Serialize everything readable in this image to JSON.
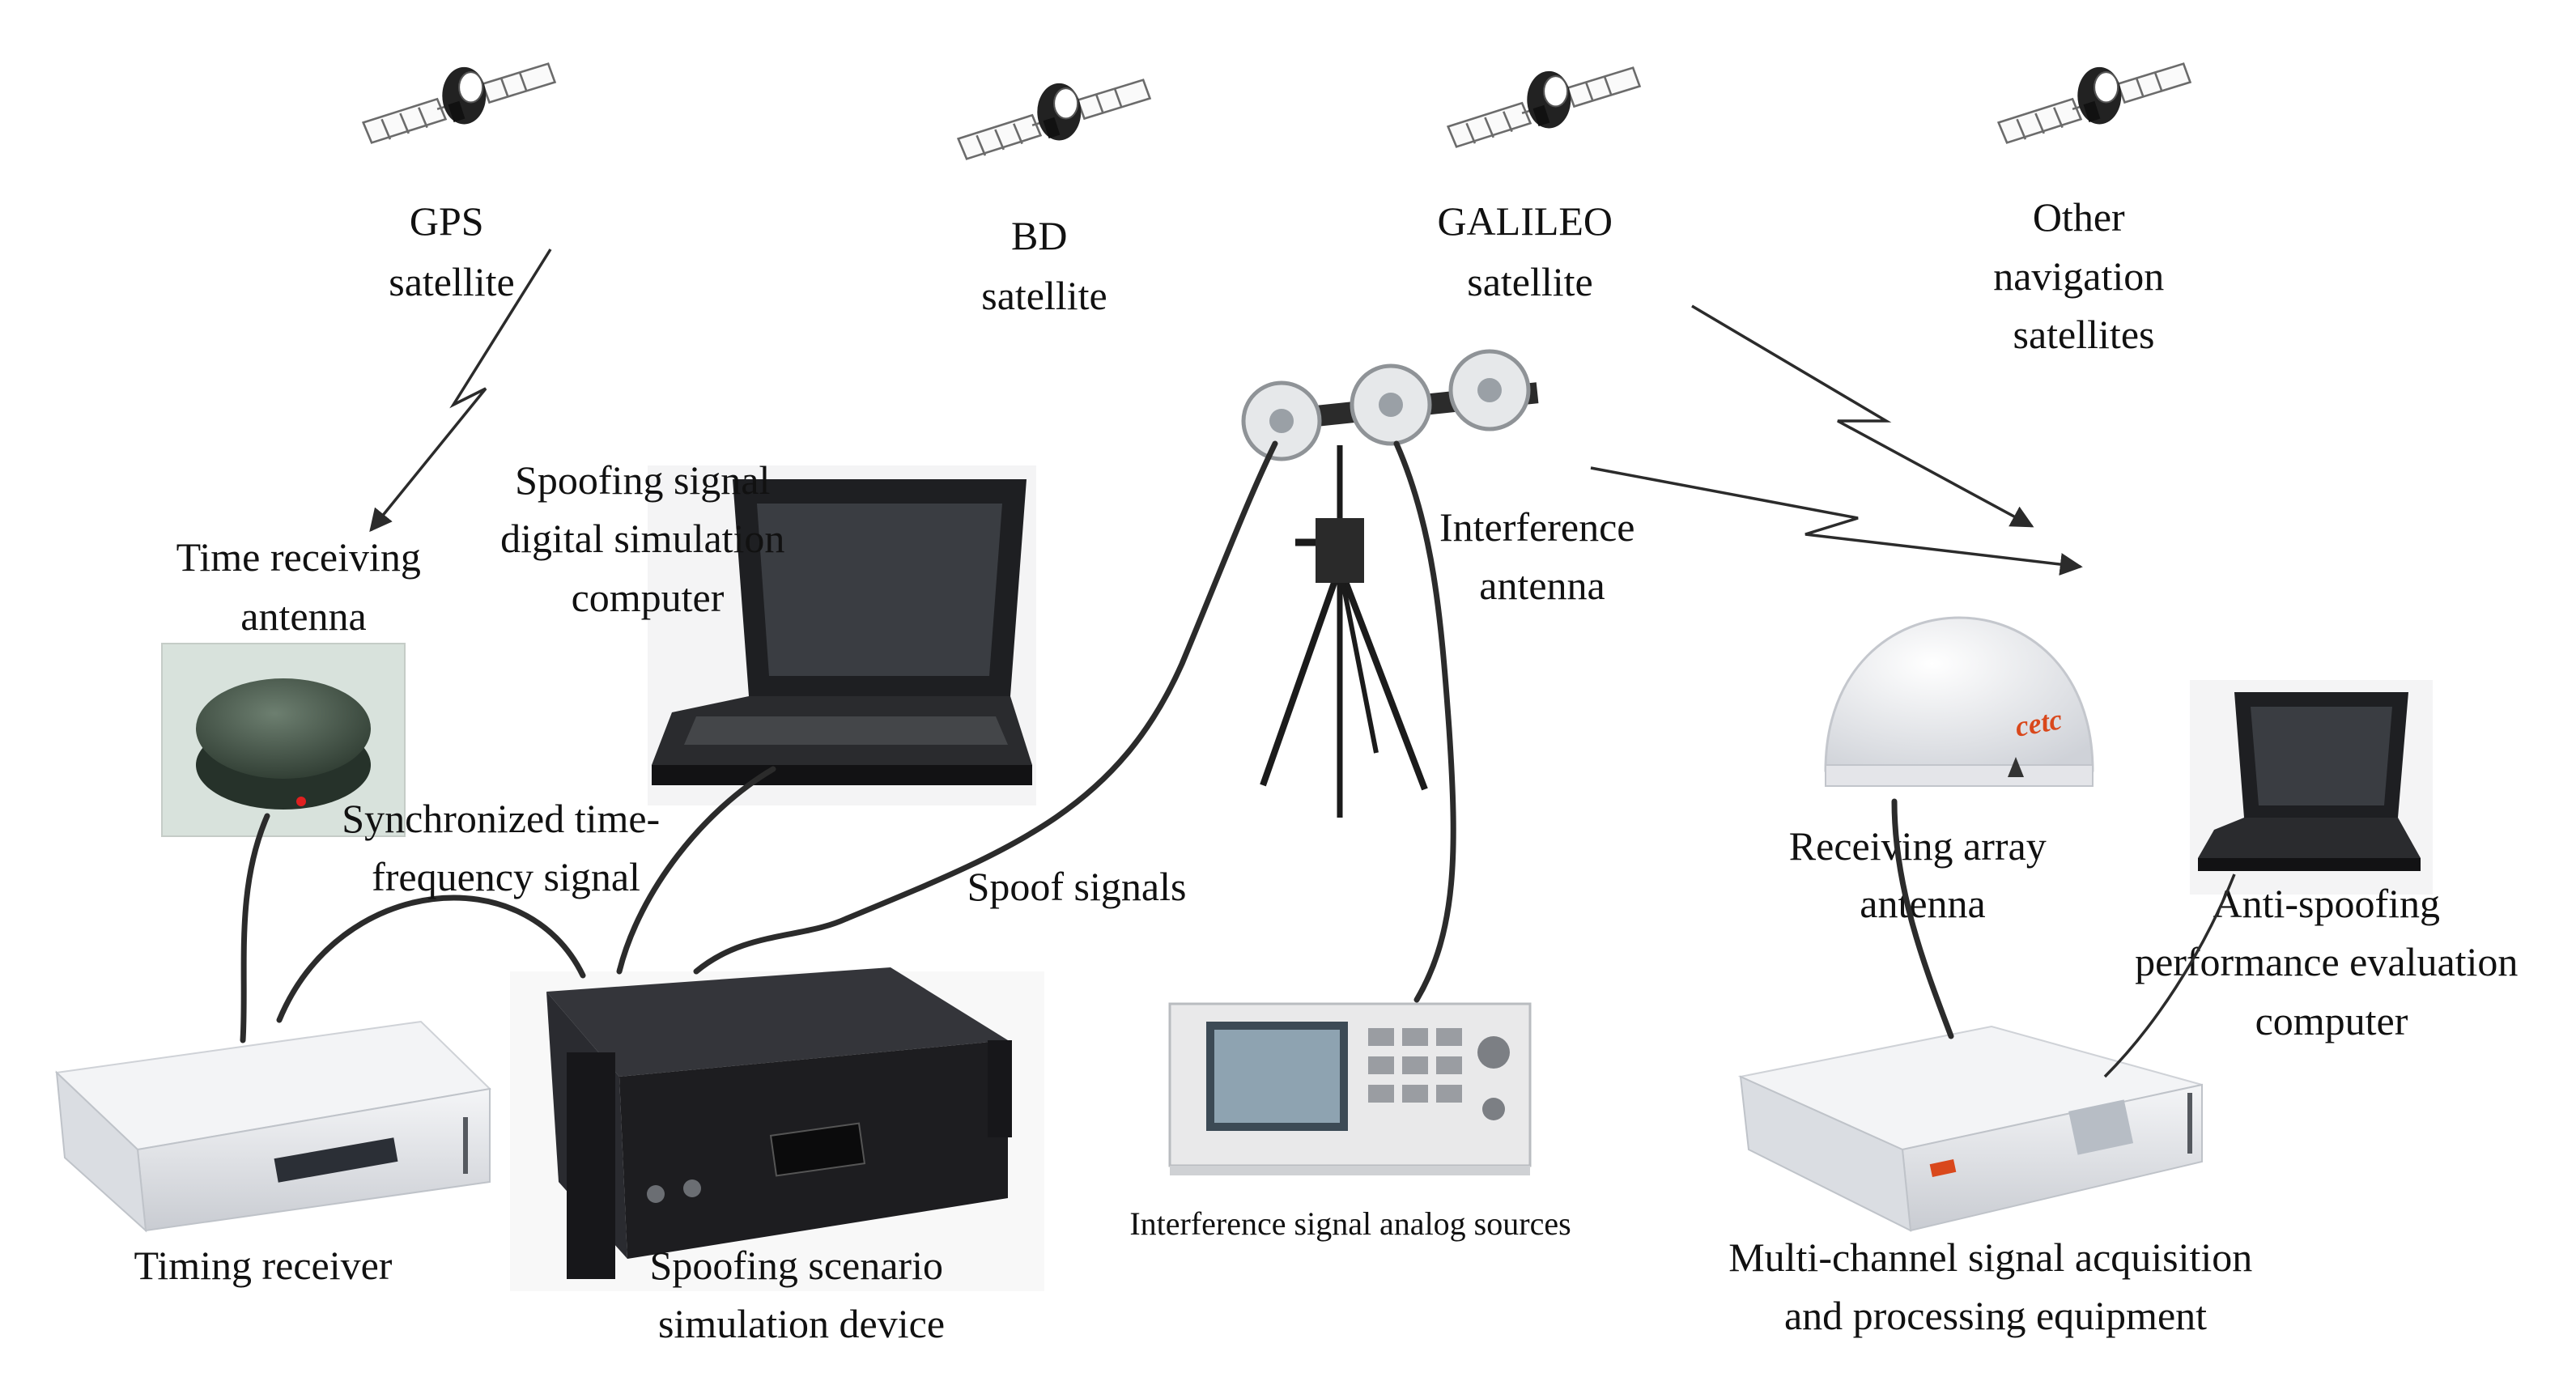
{
  "satellites": {
    "gps": [
      "GPS",
      "satellite"
    ],
    "bd": [
      "BD",
      "satellite"
    ],
    "galileo": [
      "GALILEO",
      "satellite"
    ],
    "other": [
      "Other",
      "navigation",
      "satellites"
    ]
  },
  "devices": {
    "time_antenna": [
      "Time receiving",
      "antenna"
    ],
    "spoof_computer": [
      "Spoofing signal",
      "digital simulation",
      "computer"
    ],
    "interference_antenna": [
      "Interference",
      "antenna"
    ],
    "receiving_array": [
      "Receiving array",
      "antenna"
    ],
    "anti_spoof_computer": [
      "Anti-spoofing",
      "performance evaluation",
      "computer"
    ],
    "timing_receiver": [
      "Timing receiver"
    ],
    "spoof_device": [
      "Spoofing scenario",
      "simulation device"
    ],
    "interference_source": [
      "Interference signal analog sources"
    ],
    "acquisition": [
      "Multi-channel signal acquisition",
      "and processing equipment"
    ]
  },
  "links": {
    "sync": [
      "Synchronized time-",
      "frequency signal"
    ],
    "spoof_signals": [
      "Spoof signals"
    ]
  },
  "colors": {
    "line": "#2b2b2b",
    "receiver_body": "#e6e8ec",
    "black_device": "#1d1d20",
    "antenna_green": "#3f5243",
    "dome": "#f1f2f5",
    "brand": "#d9481c"
  }
}
